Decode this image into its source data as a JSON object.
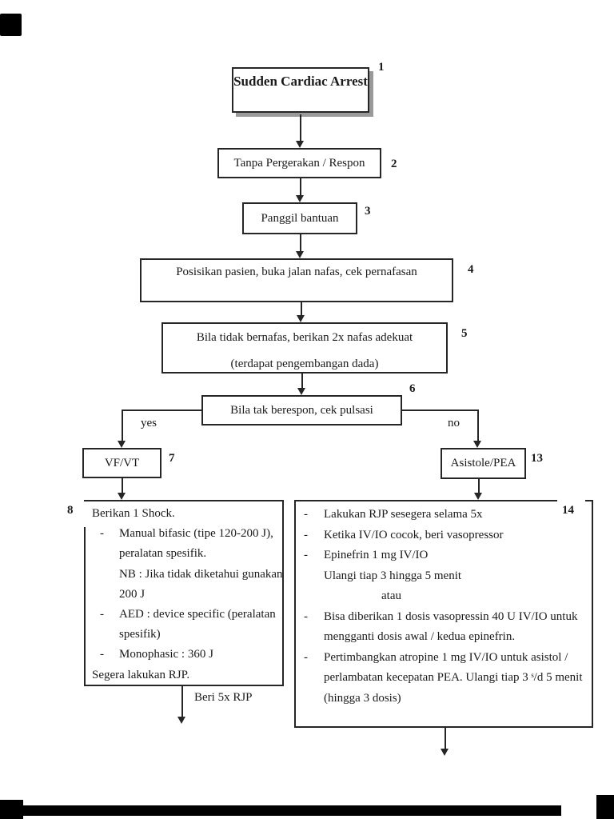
{
  "page": {
    "background": "#ffffff"
  },
  "colors": {
    "line": "#262626",
    "text": "#1a1a1a",
    "title_shadow": "#9a9a9a",
    "scan_mark": "#000000"
  },
  "nodes": {
    "n1": {
      "num": "1",
      "text": "Sudden Cardiac Arrest"
    },
    "n2": {
      "num": "2",
      "text": "Tanpa Pergerakan / Respon"
    },
    "n3": {
      "num": "3",
      "text": "Panggil bantuan"
    },
    "n4": {
      "num": "4",
      "text": "Posisikan pasien, buka jalan nafas, cek pernafasan"
    },
    "n5": {
      "num": "5",
      "line1": "Bila tidak bernafas, berikan 2x nafas adekuat",
      "line2": "(terdapat pengembangan dada)"
    },
    "n6": {
      "num": "6",
      "text": "Bila tak berespon, cek pulsasi"
    },
    "n7": {
      "num": "7",
      "text": "VF/VT"
    },
    "n13": {
      "num": "13",
      "text": "Asistole/PEA"
    },
    "n8": {
      "num": "8",
      "lines": [
        {
          "d": "",
          "i": 0,
          "t": "Berikan 1 Shock."
        },
        {
          "d": "-",
          "i": 1,
          "t": "Manual bifasic (tipe 120-200 J),"
        },
        {
          "d": "",
          "i": 1,
          "t": "peralatan spesifik."
        },
        {
          "d": "",
          "i": 1,
          "t": "NB : Jika tidak diketahui gunakan"
        },
        {
          "d": "",
          "i": 1,
          "t": "200 J"
        },
        {
          "d": "-",
          "i": 1,
          "t": "AED : device specific (peralatan"
        },
        {
          "d": "",
          "i": 1,
          "t": "spesifik)"
        },
        {
          "d": "-",
          "i": 1,
          "t": "Monophasic : 360 J"
        },
        {
          "d": "",
          "i": 0,
          "t": "Segera lakukan RJP."
        }
      ]
    },
    "n14": {
      "num": "14",
      "lines": [
        {
          "d": "-",
          "i": 1,
          "t": "Lakukan RJP sesegera selama 5x"
        },
        {
          "d": "-",
          "i": 1,
          "t": "Ketika IV/IO cocok, beri vasopressor"
        },
        {
          "d": "-",
          "i": 1,
          "t": "Epinefrin 1 mg IV/IO"
        },
        {
          "d": "",
          "i": 1,
          "t": "Ulangi tiap 3 hingga 5 menit"
        },
        {
          "d": "",
          "i": 2,
          "t": "atau"
        },
        {
          "d": "-",
          "i": 1,
          "t": "Bisa diberikan 1 dosis vasopressin 40 U IV/IO untuk"
        },
        {
          "d": "",
          "i": 1,
          "t": "mengganti dosis awal / kedua epinefrin."
        },
        {
          "d": "-",
          "i": 1,
          "t": "Pertimbangkan atropine 1 mg IV/IO untuk asistol /"
        },
        {
          "d": "",
          "i": 1,
          "t": "perlambatan kecepatan PEA. Ulangi tiap 3 ˢ/d 5 menit"
        },
        {
          "d": "",
          "i": 1,
          "t": "(hingga 3 dosis)"
        }
      ]
    }
  },
  "labels": {
    "branch_yes": "yes",
    "branch_no": "no",
    "shock_arrow": "Beri 5x RJP"
  }
}
